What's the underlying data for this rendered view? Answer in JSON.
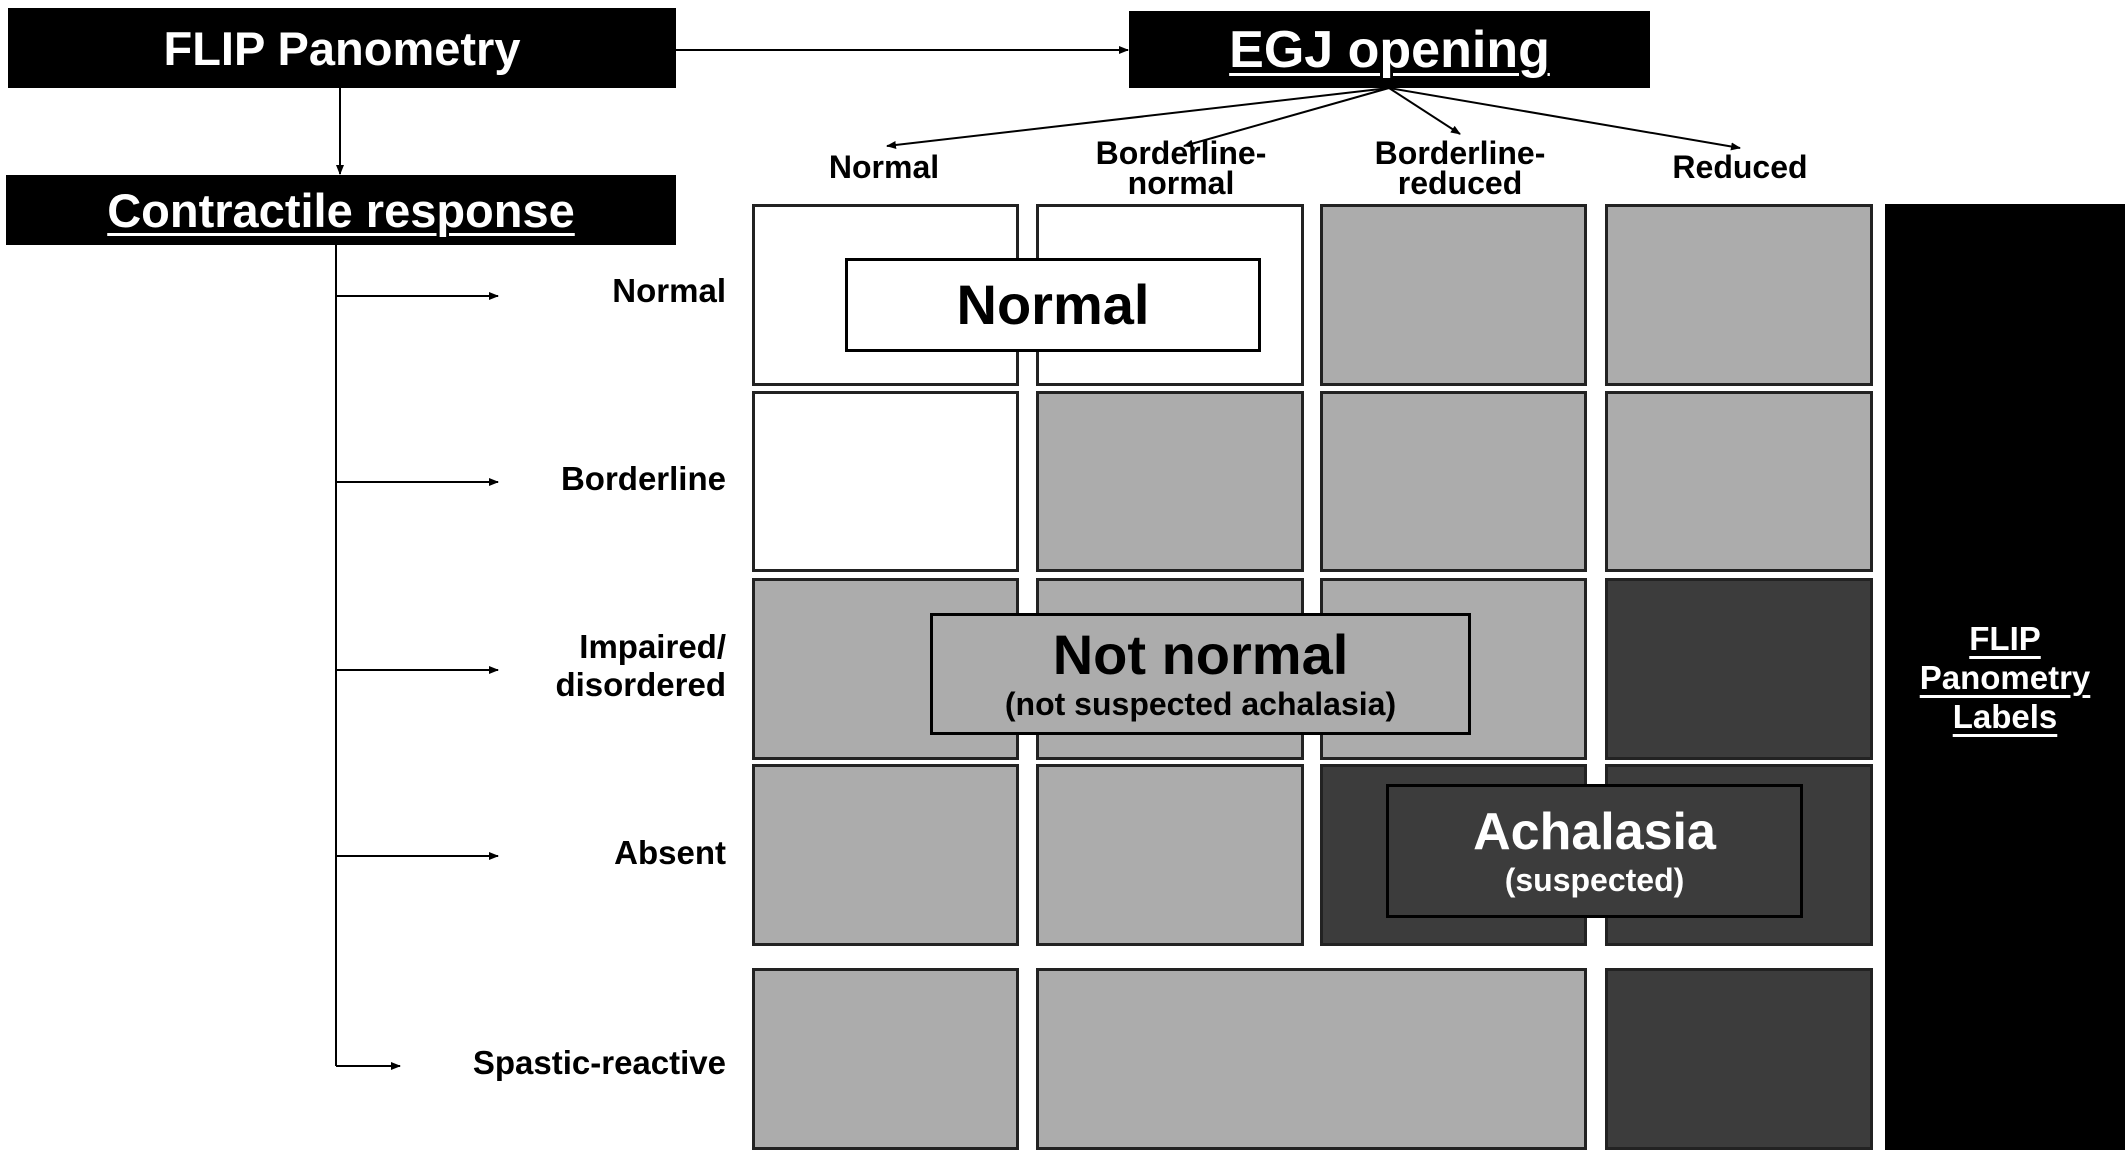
{
  "top_left_box": {
    "label": "FLIP Panometry"
  },
  "top_right_box": {
    "label": "EGJ opening"
  },
  "left_box": {
    "label": "Contractile response"
  },
  "egj_columns": [
    {
      "line1": "Normal",
      "line2": ""
    },
    {
      "line1": "Borderline-",
      "line2": "normal"
    },
    {
      "line1": "Borderline-",
      "line2": "reduced"
    },
    {
      "line1": "Reduced",
      "line2": ""
    }
  ],
  "contractile_rows": [
    {
      "line1": "Normal",
      "line2": ""
    },
    {
      "line1": "Borderline",
      "line2": ""
    },
    {
      "line1": "Impaired/",
      "line2": "disordered"
    },
    {
      "line1": "Absent",
      "line2": ""
    },
    {
      "line1": "Spastic-reactive",
      "line2": ""
    }
  ],
  "outcomes": {
    "normal": {
      "title": "Normal"
    },
    "not_normal": {
      "title": "Not normal",
      "subtitle": "(not suspected achalasia)"
    },
    "achalasia": {
      "title": "Achalasia",
      "subtitle": "(suspected)"
    }
  },
  "side_panel": {
    "line1": "FLIP",
    "line2": "Panometry",
    "line3": "Labels"
  },
  "colors": {
    "normal_cell": "#ffffff",
    "not_normal_cell": "#acacac",
    "achalasia_cell": "#3c3c3c",
    "header_bg": "#000000"
  }
}
